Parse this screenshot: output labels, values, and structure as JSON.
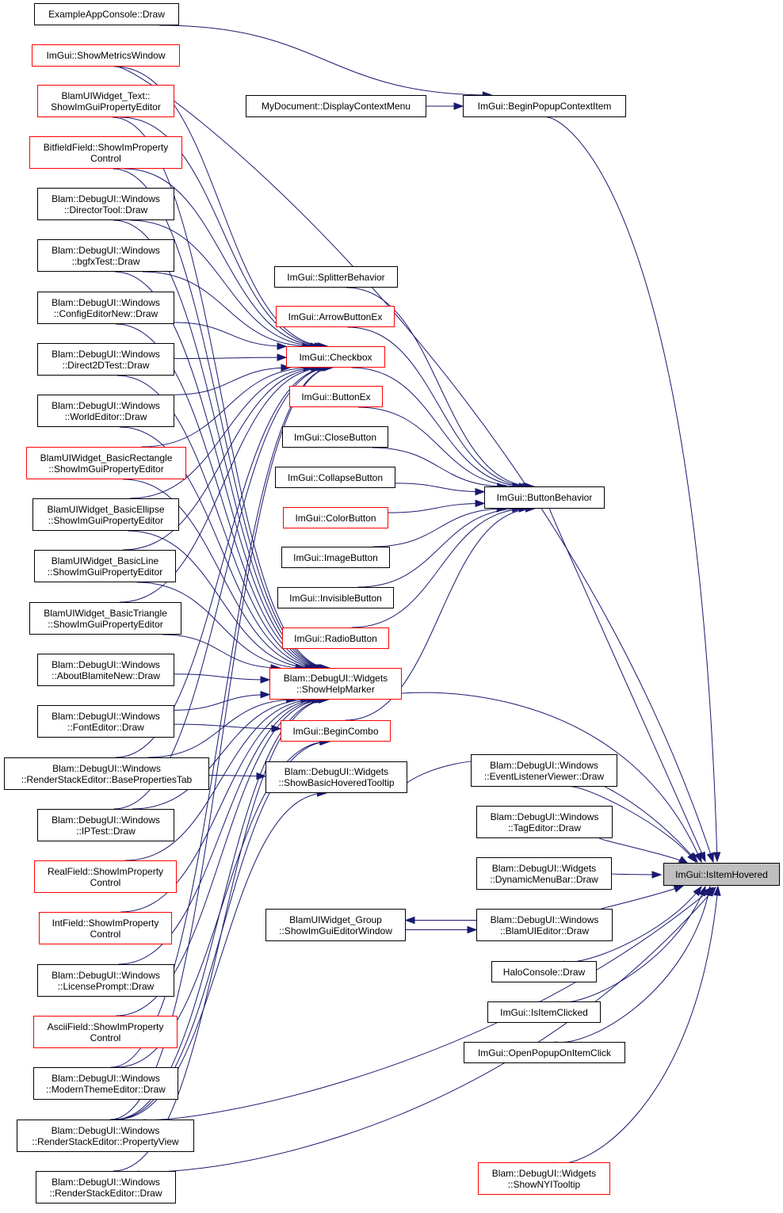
{
  "colors": {
    "edge": "#191970",
    "node_border": "#000000",
    "undocumented_border": "#ff0000",
    "focus_fill": "#bfbfbf"
  },
  "nodes": [
    {
      "id": "focus",
      "label": "ImGui::IsItemHovered",
      "style": "focus"
    },
    {
      "id": "beginPopupContextItem",
      "label": "ImGui::BeginPopupContextItem",
      "style": "black"
    },
    {
      "id": "exampleAppConsole",
      "label": "ExampleAppConsole::Draw",
      "style": "black"
    },
    {
      "id": "myDocument",
      "label": "MyDocument::DisplayContextMenu",
      "style": "black"
    },
    {
      "id": "showMetricsWindow",
      "label": "ImGui::ShowMetricsWindow",
      "style": "red"
    },
    {
      "id": "buttonBehavior",
      "label": "ImGui::ButtonBehavior",
      "style": "black"
    },
    {
      "id": "splitterBehavior",
      "label": "ImGui::SplitterBehavior",
      "style": "black"
    },
    {
      "id": "arrowButtonEx",
      "label": "ImGui::ArrowButtonEx",
      "style": "red"
    },
    {
      "id": "checkbox",
      "label": "ImGui::Checkbox",
      "style": "red"
    },
    {
      "id": "buttonEx",
      "label": "ImGui::ButtonEx",
      "style": "red"
    },
    {
      "id": "closeButton",
      "label": "ImGui::CloseButton",
      "style": "black"
    },
    {
      "id": "collapseButton",
      "label": "ImGui::CollapseButton",
      "style": "black"
    },
    {
      "id": "colorButton",
      "label": "ImGui::ColorButton",
      "style": "red"
    },
    {
      "id": "imageButton",
      "label": "ImGui::ImageButton",
      "style": "black"
    },
    {
      "id": "invisibleButton",
      "label": "ImGui::InvisibleButton",
      "style": "black"
    },
    {
      "id": "radioButton",
      "label": "ImGui::RadioButton",
      "style": "red"
    },
    {
      "id": "showHelpMarker",
      "label": "Blam::DebugUI::Widgets\n::ShowHelpMarker",
      "style": "red"
    },
    {
      "id": "beginCombo",
      "label": "ImGui::BeginCombo",
      "style": "red"
    },
    {
      "id": "showBasicHoveredTooltip",
      "label": "Blam::DebugUI::Widgets\n::ShowBasicHoveredTooltip",
      "style": "black"
    },
    {
      "id": "uiText",
      "label": "BlamUIWidget_Text::\nShowImGuiPropertyEditor",
      "style": "red"
    },
    {
      "id": "bitfieldField",
      "label": "BitfieldField::ShowImProperty\nControl",
      "style": "red"
    },
    {
      "id": "directorTool",
      "label": "Blam::DebugUI::Windows\n::DirectorTool::Draw",
      "style": "black"
    },
    {
      "id": "bgfxTest",
      "label": "Blam::DebugUI::Windows\n::bgfxTest::Draw",
      "style": "black"
    },
    {
      "id": "configEditorNew",
      "label": "Blam::DebugUI::Windows\n::ConfigEditorNew::Draw",
      "style": "black"
    },
    {
      "id": "direct2DTest",
      "label": "Blam::DebugUI::Windows\n::Direct2DTest::Draw",
      "style": "black"
    },
    {
      "id": "worldEditor",
      "label": "Blam::DebugUI::Windows\n::WorldEditor::Draw",
      "style": "black"
    },
    {
      "id": "basicRectangle",
      "label": "BlamUIWidget_BasicRectangle\n::ShowImGuiPropertyEditor",
      "style": "red"
    },
    {
      "id": "basicEllipse",
      "label": "BlamUIWidget_BasicEllipse\n::ShowImGuiPropertyEditor",
      "style": "black"
    },
    {
      "id": "basicLine",
      "label": "BlamUIWidget_BasicLine\n::ShowImGuiPropertyEditor",
      "style": "black"
    },
    {
      "id": "basicTriangle",
      "label": "BlamUIWidget_BasicTriangle\n::ShowImGuiPropertyEditor",
      "style": "black"
    },
    {
      "id": "aboutBlamite",
      "label": "Blam::DebugUI::Windows\n::AboutBlamiteNew::Draw",
      "style": "black"
    },
    {
      "id": "fontEditor",
      "label": "Blam::DebugUI::Windows\n::FontEditor::Draw",
      "style": "black"
    },
    {
      "id": "basePropertiesTab",
      "label": "Blam::DebugUI::Windows\n::RenderStackEditor::BasePropertiesTab",
      "style": "black"
    },
    {
      "id": "ipTest",
      "label": "Blam::DebugUI::Windows\n::IPTest::Draw",
      "style": "black"
    },
    {
      "id": "realField",
      "label": "RealField::ShowImProperty\nControl",
      "style": "red"
    },
    {
      "id": "intField",
      "label": "IntField::ShowImProperty\nControl",
      "style": "red"
    },
    {
      "id": "licensePrompt",
      "label": "Blam::DebugUI::Windows\n::LicensePrompt::Draw",
      "style": "black"
    },
    {
      "id": "asciiField",
      "label": "AsciiField::ShowImProperty\nControl",
      "style": "red"
    },
    {
      "id": "modernThemeEditor",
      "label": "Blam::DebugUI::Windows\n::ModernThemeEditor::Draw",
      "style": "black"
    },
    {
      "id": "propertyView",
      "label": "Blam::DebugUI::Windows\n::RenderStackEditor::PropertyView",
      "style": "black"
    },
    {
      "id": "renderStackDraw",
      "label": "Blam::DebugUI::Windows\n::RenderStackEditor::Draw",
      "style": "black"
    },
    {
      "id": "eventListenerViewer",
      "label": "Blam::DebugUI::Windows\n::EventListenerViewer::Draw",
      "style": "black"
    },
    {
      "id": "tagEditor",
      "label": "Blam::DebugUI::Windows\n::TagEditor::Draw",
      "style": "black"
    },
    {
      "id": "dynamicMenuBar",
      "label": "Blam::DebugUI::Widgets\n::DynamicMenuBar::Draw",
      "style": "black"
    },
    {
      "id": "blamUIEditor",
      "label": "Blam::DebugUI::Windows\n::BlamUIEditor::Draw",
      "style": "black"
    },
    {
      "id": "uiGroup",
      "label": "BlamUIWidget_Group\n::ShowImGuiEditorWindow",
      "style": "black"
    },
    {
      "id": "haloConsole",
      "label": "HaloConsole::Draw",
      "style": "black"
    },
    {
      "id": "isItemClicked",
      "label": "ImGui::IsItemClicked",
      "style": "black"
    },
    {
      "id": "openPopupOnItemClick",
      "label": "ImGui::OpenPopupOnItemClick",
      "style": "black"
    },
    {
      "id": "showNYITooltip",
      "label": "Blam::DebugUI::Widgets\n::ShowNYITooltip",
      "style": "red"
    }
  ],
  "edges": [
    [
      "exampleAppConsole",
      "beginPopupContextItem"
    ],
    [
      "myDocument",
      "beginPopupContextItem"
    ],
    [
      "beginPopupContextItem",
      "focus"
    ],
    [
      "showMetricsWindow",
      "focus"
    ],
    [
      "showMetricsWindow",
      "checkbox"
    ],
    [
      "uiText",
      "checkbox"
    ],
    [
      "uiText",
      "showHelpMarker"
    ],
    [
      "bitfieldField",
      "checkbox"
    ],
    [
      "bitfieldField",
      "showHelpMarker"
    ],
    [
      "directorTool",
      "checkbox"
    ],
    [
      "directorTool",
      "showHelpMarker"
    ],
    [
      "bgfxTest",
      "checkbox"
    ],
    [
      "bgfxTest",
      "showHelpMarker"
    ],
    [
      "configEditorNew",
      "checkbox"
    ],
    [
      "configEditorNew",
      "showHelpMarker"
    ],
    [
      "direct2DTest",
      "checkbox"
    ],
    [
      "direct2DTest",
      "showHelpMarker"
    ],
    [
      "worldEditor",
      "checkbox"
    ],
    [
      "worldEditor",
      "showHelpMarker"
    ],
    [
      "basicRectangle",
      "checkbox"
    ],
    [
      "basicRectangle",
      "showHelpMarker"
    ],
    [
      "basicEllipse",
      "checkbox"
    ],
    [
      "basicEllipse",
      "showHelpMarker"
    ],
    [
      "basicLine",
      "checkbox"
    ],
    [
      "basicLine",
      "showHelpMarker"
    ],
    [
      "basicTriangle",
      "checkbox"
    ],
    [
      "basicTriangle",
      "showHelpMarker"
    ],
    [
      "aboutBlamite",
      "showHelpMarker"
    ],
    [
      "fontEditor",
      "showHelpMarker"
    ],
    [
      "fontEditor",
      "beginCombo"
    ],
    [
      "basePropertiesTab",
      "checkbox"
    ],
    [
      "basePropertiesTab",
      "showHelpMarker"
    ],
    [
      "basePropertiesTab",
      "showBasicHoveredTooltip"
    ],
    [
      "ipTest",
      "checkbox"
    ],
    [
      "ipTest",
      "showHelpMarker"
    ],
    [
      "realField",
      "showHelpMarker"
    ],
    [
      "intField",
      "showHelpMarker"
    ],
    [
      "licensePrompt",
      "showHelpMarker"
    ],
    [
      "asciiField",
      "showHelpMarker"
    ],
    [
      "modernThemeEditor",
      "checkbox"
    ],
    [
      "modernThemeEditor",
      "beginCombo"
    ],
    [
      "propertyView",
      "checkbox"
    ],
    [
      "propertyView",
      "showHelpMarker"
    ],
    [
      "propertyView",
      "beginCombo"
    ],
    [
      "propertyView",
      "showBasicHoveredTooltip"
    ],
    [
      "propertyView",
      "focus"
    ],
    [
      "renderStackDraw",
      "showHelpMarker"
    ],
    [
      "renderStackDraw",
      "focus"
    ],
    [
      "splitterBehavior",
      "buttonBehavior"
    ],
    [
      "arrowButtonEx",
      "buttonBehavior"
    ],
    [
      "checkbox",
      "buttonBehavior"
    ],
    [
      "buttonEx",
      "buttonBehavior"
    ],
    [
      "closeButton",
      "buttonBehavior"
    ],
    [
      "collapseButton",
      "buttonBehavior"
    ],
    [
      "colorButton",
      "buttonBehavior"
    ],
    [
      "imageButton",
      "buttonBehavior"
    ],
    [
      "invisibleButton",
      "buttonBehavior"
    ],
    [
      "radioButton",
      "buttonBehavior"
    ],
    [
      "beginCombo",
      "buttonBehavior"
    ],
    [
      "buttonBehavior",
      "focus"
    ],
    [
      "showHelpMarker",
      "focus"
    ],
    [
      "showBasicHoveredTooltip",
      "focus"
    ],
    [
      "eventListenerViewer",
      "focus"
    ],
    [
      "tagEditor",
      "focus"
    ],
    [
      "dynamicMenuBar",
      "focus"
    ],
    [
      "blamUIEditor",
      "focus"
    ],
    [
      "blamUIEditor",
      "uiGroup"
    ],
    [
      "uiGroup",
      "blamUIEditor"
    ],
    [
      "haloConsole",
      "focus"
    ],
    [
      "isItemClicked",
      "focus"
    ],
    [
      "openPopupOnItemClick",
      "focus"
    ],
    [
      "showNYITooltip",
      "focus"
    ]
  ]
}
